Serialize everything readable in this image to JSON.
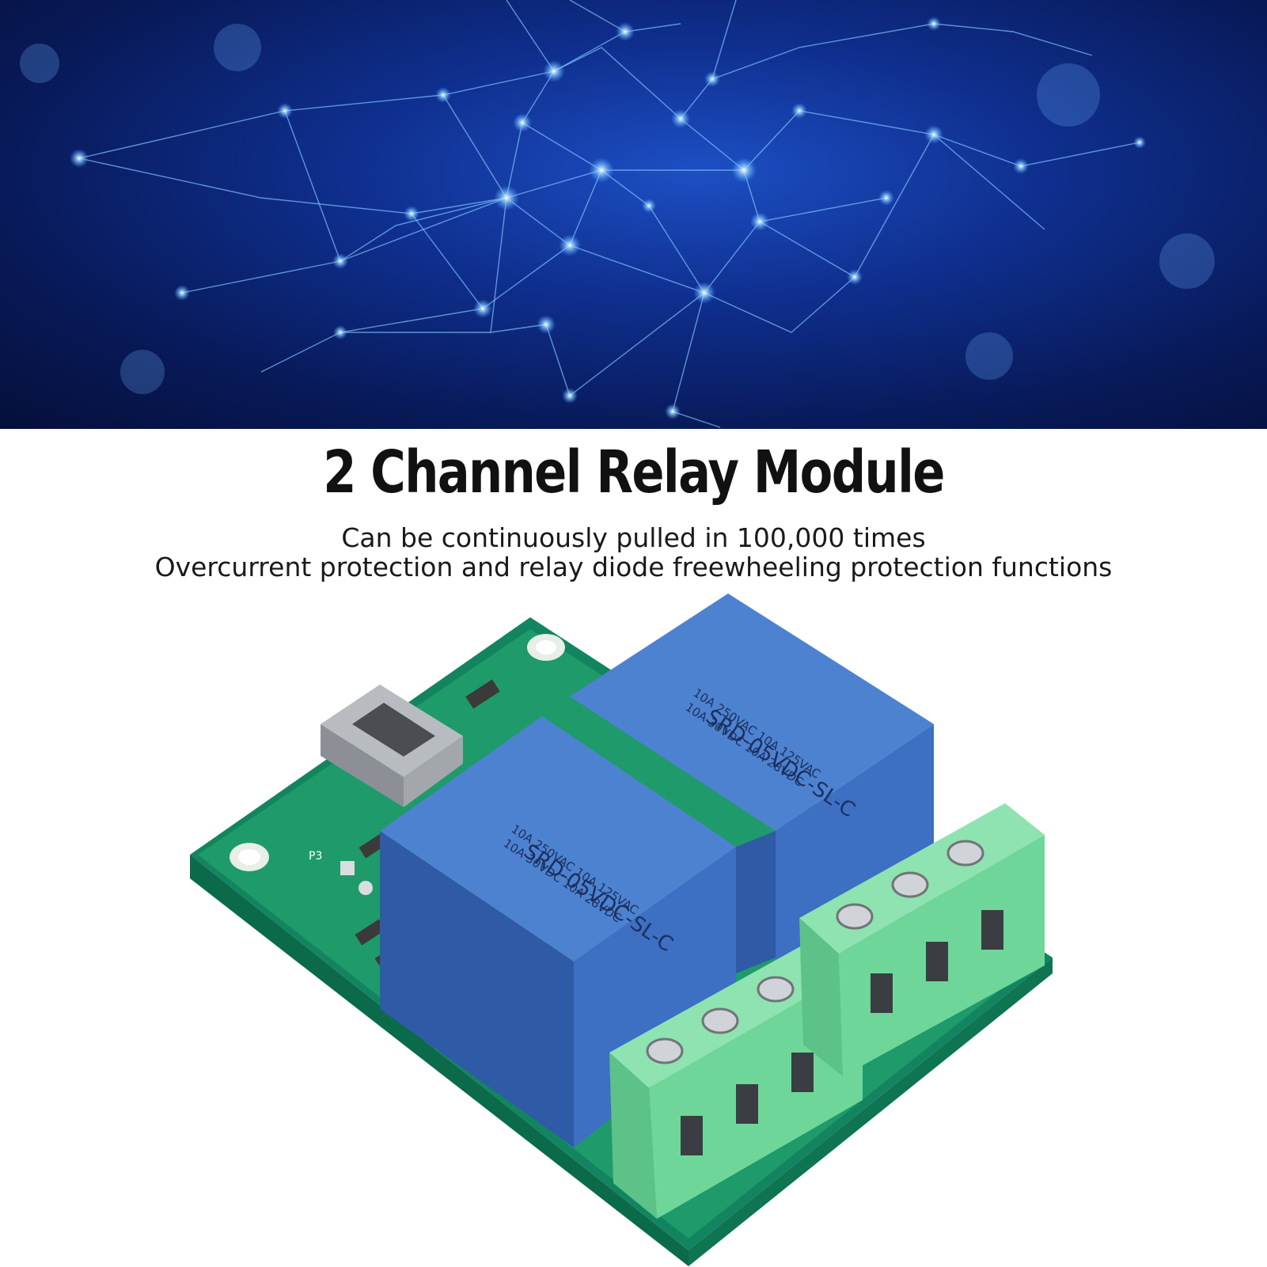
{
  "headline": {
    "title": "2 Channel Relay Module",
    "line1": "Can be continuously pulled in 100,000 times",
    "line2": "Overcurrent protection and relay diode freewheeling protection functions"
  },
  "relay_print": {
    "model": "SRD-05VDC-SL-C",
    "rating1": "10A 250VAC 10A 125VAC",
    "rating2": "10A 30VDC 10A 28VDC"
  },
  "board_labels": {
    "p3": "P3"
  },
  "colors": {
    "pcb": "#1f9a6a",
    "relay": "#3d6fc2",
    "terminal": "#6fd69a"
  }
}
